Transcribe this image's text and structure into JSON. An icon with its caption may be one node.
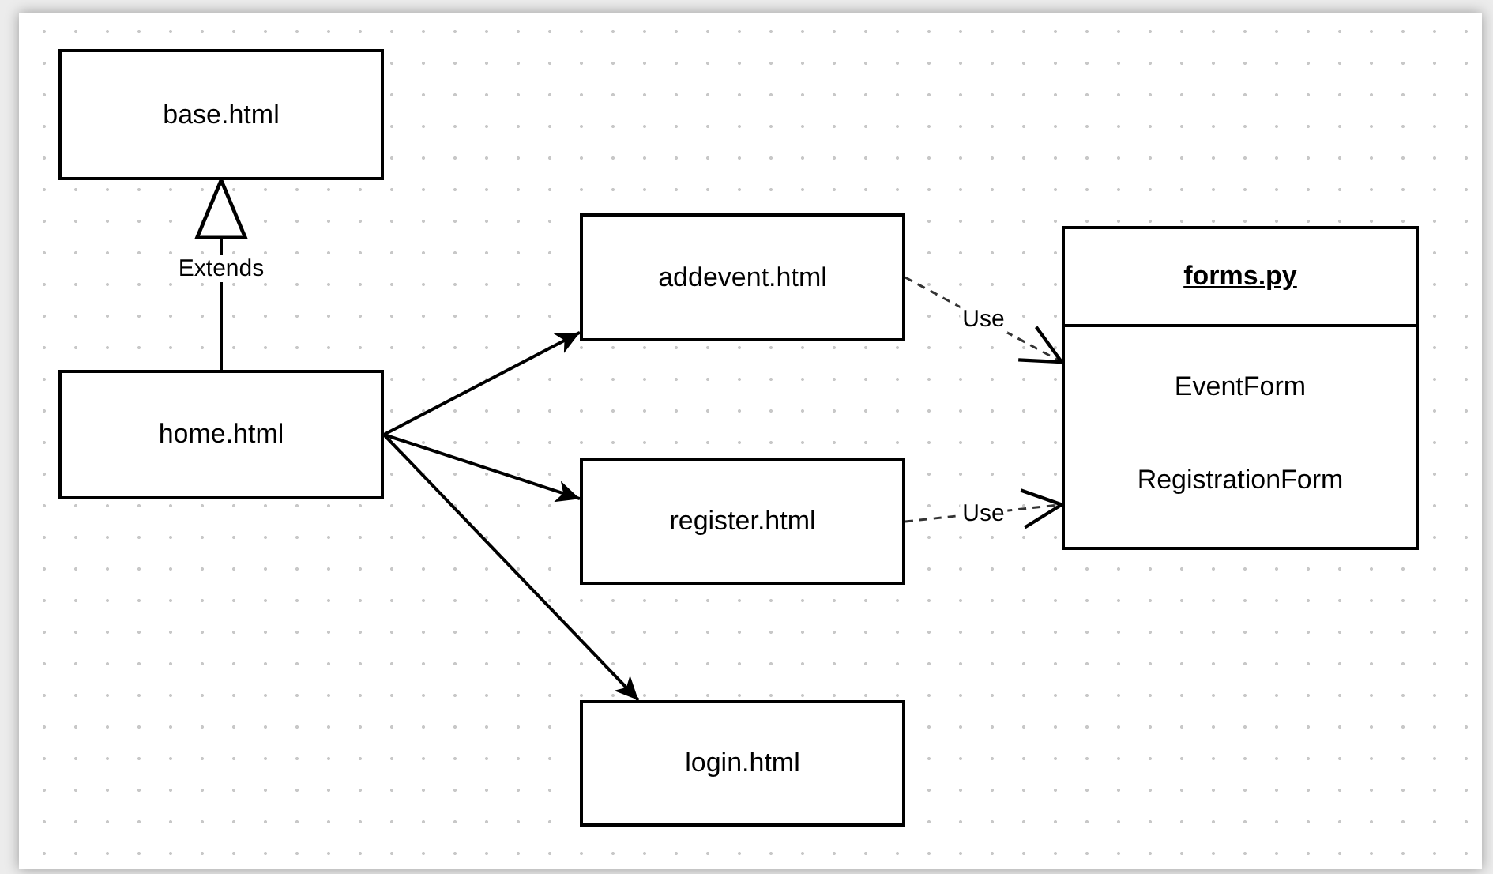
{
  "diagram": {
    "nodes": [
      {
        "text": [
          "base.html"
        ]
      },
      {
        "text": [
          "home.html"
        ]
      },
      {
        "text": [
          "addevent.html"
        ]
      },
      {
        "text": [
          "register.html"
        ]
      },
      {
        "text": [
          "login.html"
        ]
      },
      {
        "text": [
          "forms.py",
          "EventForm",
          "RegistrationForm"
        ]
      }
    ],
    "edges": [
      {
        "from": 1,
        "to": 0,
        "arrow": "to",
        "label": "Extends"
      },
      {
        "from": 1,
        "to": 2,
        "arrow": "to"
      },
      {
        "from": 1,
        "to": 3,
        "arrow": "to"
      },
      {
        "from": 1,
        "to": 4,
        "arrow": "to"
      },
      {
        "from": 2,
        "to": 5,
        "arrow": "to",
        "label": "Use",
        "style": "dashed"
      },
      {
        "from": 3,
        "to": 5,
        "arrow": "to",
        "label": "Use",
        "style": "dashed"
      }
    ]
  }
}
